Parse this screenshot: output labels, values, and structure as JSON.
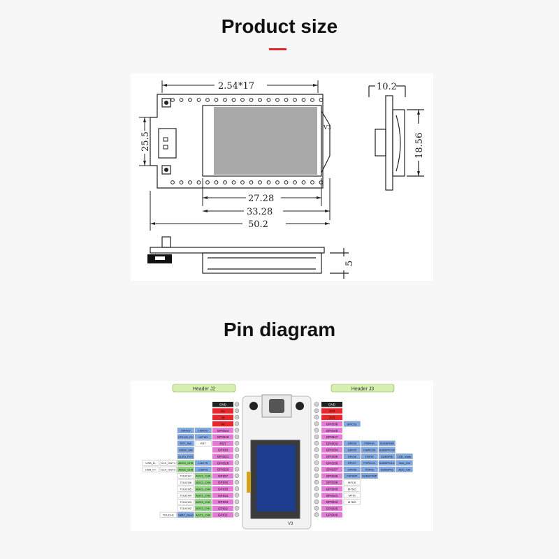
{
  "product_size": {
    "title": "Product size",
    "dims": {
      "pitch": "2.54*17",
      "height": "25.5",
      "screen_w": "27.28",
      "screen_outer": "33.28",
      "length": "50.2",
      "depth": "10.2",
      "side_h": "18.56",
      "thickness": "5"
    },
    "board_mark": "V3"
  },
  "pin_diagram": {
    "title": "Pin diagram",
    "header_left": "Header J2",
    "header_right": "Header J3",
    "board_mark": "V3",
    "left_rows": [
      {
        "pin": "GND",
        "cells": []
      },
      {
        "pin": "5V",
        "cells": []
      },
      {
        "pin": "Ve",
        "cells": []
      },
      {
        "pin": "Ve",
        "cells": []
      },
      {
        "pin": "GPIO44",
        "cells": [
          "U0RXD",
          "U0RXD"
        ]
      },
      {
        "pin": "GPIO43",
        "cells": [
          "U0TXD",
          "CP2102_RX"
        ]
      },
      {
        "pin": "RST",
        "cells": [
          "RST",
          "RST_SW"
        ]
      },
      {
        "pin": "GPIO0",
        "cells": [
          "",
          "USER_SW"
        ]
      },
      {
        "pin": "GPIO21",
        "cells": [
          "",
          "OLED_RST"
        ]
      },
      {
        "pin": "GPIO26",
        "cells": [
          "U1CTS",
          "ADC2_CH5",
          "CLK_OUT1",
          "USB_D-"
        ]
      },
      {
        "pin": "GPIO20",
        "cells": [
          "U1RTS",
          "ADC2_CH6",
          "CLK_OUT2",
          "USB_D+"
        ]
      },
      {
        "pin": "GPIO7",
        "cells": [
          "ADC1_CH6",
          "TOUCH7"
        ]
      },
      {
        "pin": "GPIO6",
        "cells": [
          "ADC1_CH5",
          "TOUCH6"
        ]
      },
      {
        "pin": "GPIO5",
        "cells": [
          "ADC1_CH4",
          "TOUCH5"
        ]
      },
      {
        "pin": "GPIO4",
        "cells": [
          "ADC1_CH3",
          "TOUCH4"
        ]
      },
      {
        "pin": "GPIO3",
        "cells": [
          "ADC1_CH2",
          "TOUCH3"
        ]
      },
      {
        "pin": "GPIO2",
        "cells": [
          "ADC1_CH1",
          "TOUCH2"
        ]
      },
      {
        "pin": "GPIO1",
        "cells": [
          "ADC1_CH0",
          "VBAT_Read",
          "TOUCH1"
        ]
      }
    ],
    "right_rows": [
      {
        "pin": "GND",
        "cells": []
      },
      {
        "pin": "3V3",
        "cells": []
      },
      {
        "pin": "3V3",
        "cells": []
      },
      {
        "pin": "GPIO36",
        "cells": [
          "SPICS1"
        ]
      },
      {
        "pin": "GPIO48",
        "cells": []
      },
      {
        "pin": "GPIO47",
        "cells": []
      },
      {
        "pin": "GPIO33",
        "cells": [
          "GPIO6",
          "FSPIHD",
          "SUBSPIHD"
        ]
      },
      {
        "pin": "GPIO34",
        "cells": [
          "GPIO5",
          "FSPICS0",
          "SUBSPICS0"
        ]
      },
      {
        "pin": "GPIO35",
        "cells": [
          "GPIO6",
          "FSPID",
          "SUBSPID",
          "LED_Write"
        ]
      },
      {
        "pin": "GPIO36",
        "cells": [
          "GPIO7",
          "FSPICLK",
          "SUBSPICLK",
          "Vext_Ctrl"
        ]
      },
      {
        "pin": "GPIO37",
        "cells": [
          "GPIO8",
          "FSPIQ",
          "SUBSPIQ",
          "ADC_Ctrl"
        ]
      },
      {
        "pin": "GPIO38",
        "cells": [
          "FSPIWP",
          "SUBSPIWP"
        ]
      },
      {
        "pin": "GPIO39",
        "cells": [
          "MTCK"
        ]
      },
      {
        "pin": "GPIO40",
        "cells": [
          "MTDO"
        ]
      },
      {
        "pin": "GPIO41",
        "cells": [
          "MTDI"
        ]
      },
      {
        "pin": "GPIO42",
        "cells": [
          "MTMS"
        ]
      },
      {
        "pin": "GPIO45",
        "cells": []
      },
      {
        "pin": "GPIO46",
        "cells": []
      }
    ]
  },
  "colors": {
    "red": "#e8262b",
    "magenta": "#e27ad6",
    "blue": "#7fa8e6",
    "green": "#8fd67f",
    "header_green": "#d7f0b0",
    "outline": "#1a1a1a"
  }
}
